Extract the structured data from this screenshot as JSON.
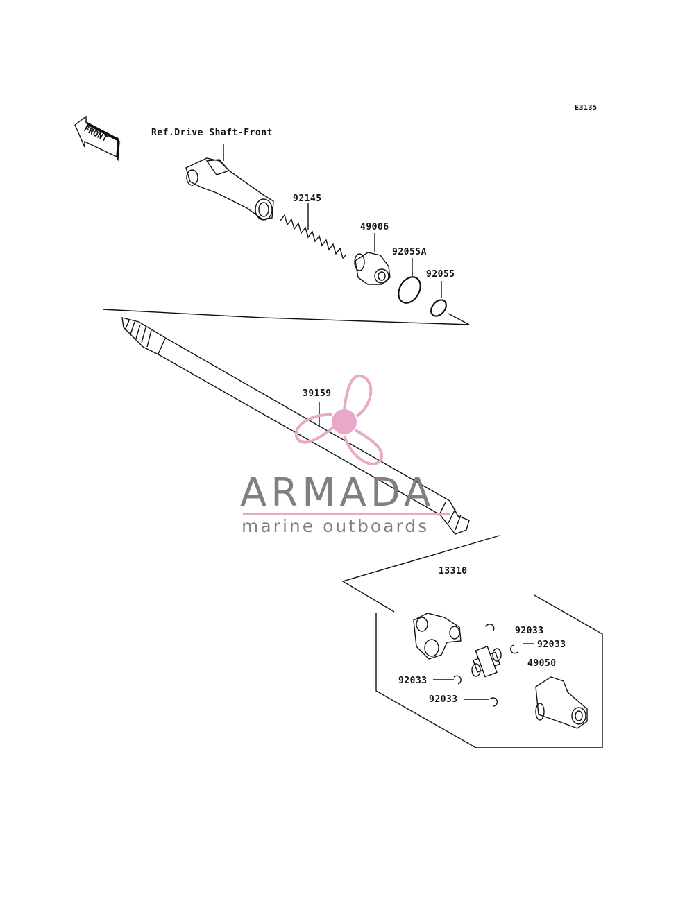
{
  "diagram_code": "E3135",
  "front_arrow_text": "FRONT",
  "labels": {
    "ref": "Ref.Drive Shaft-Front",
    "p92145": "92145",
    "p49006": "49006",
    "p92055A": "92055A",
    "p92055": "92055",
    "p39159": "39159",
    "p13310": "13310",
    "p92033_a": "92033",
    "p92033_b": "92033",
    "p49050": "49050",
    "p92033_c": "92033",
    "p92033_d": "92033"
  },
  "watermark": {
    "title": "ARMADA",
    "subtitle": "marine outboards",
    "icon": "propeller-logo-icon",
    "accent_color": "#e9a8c7",
    "text_color": "#808080"
  }
}
